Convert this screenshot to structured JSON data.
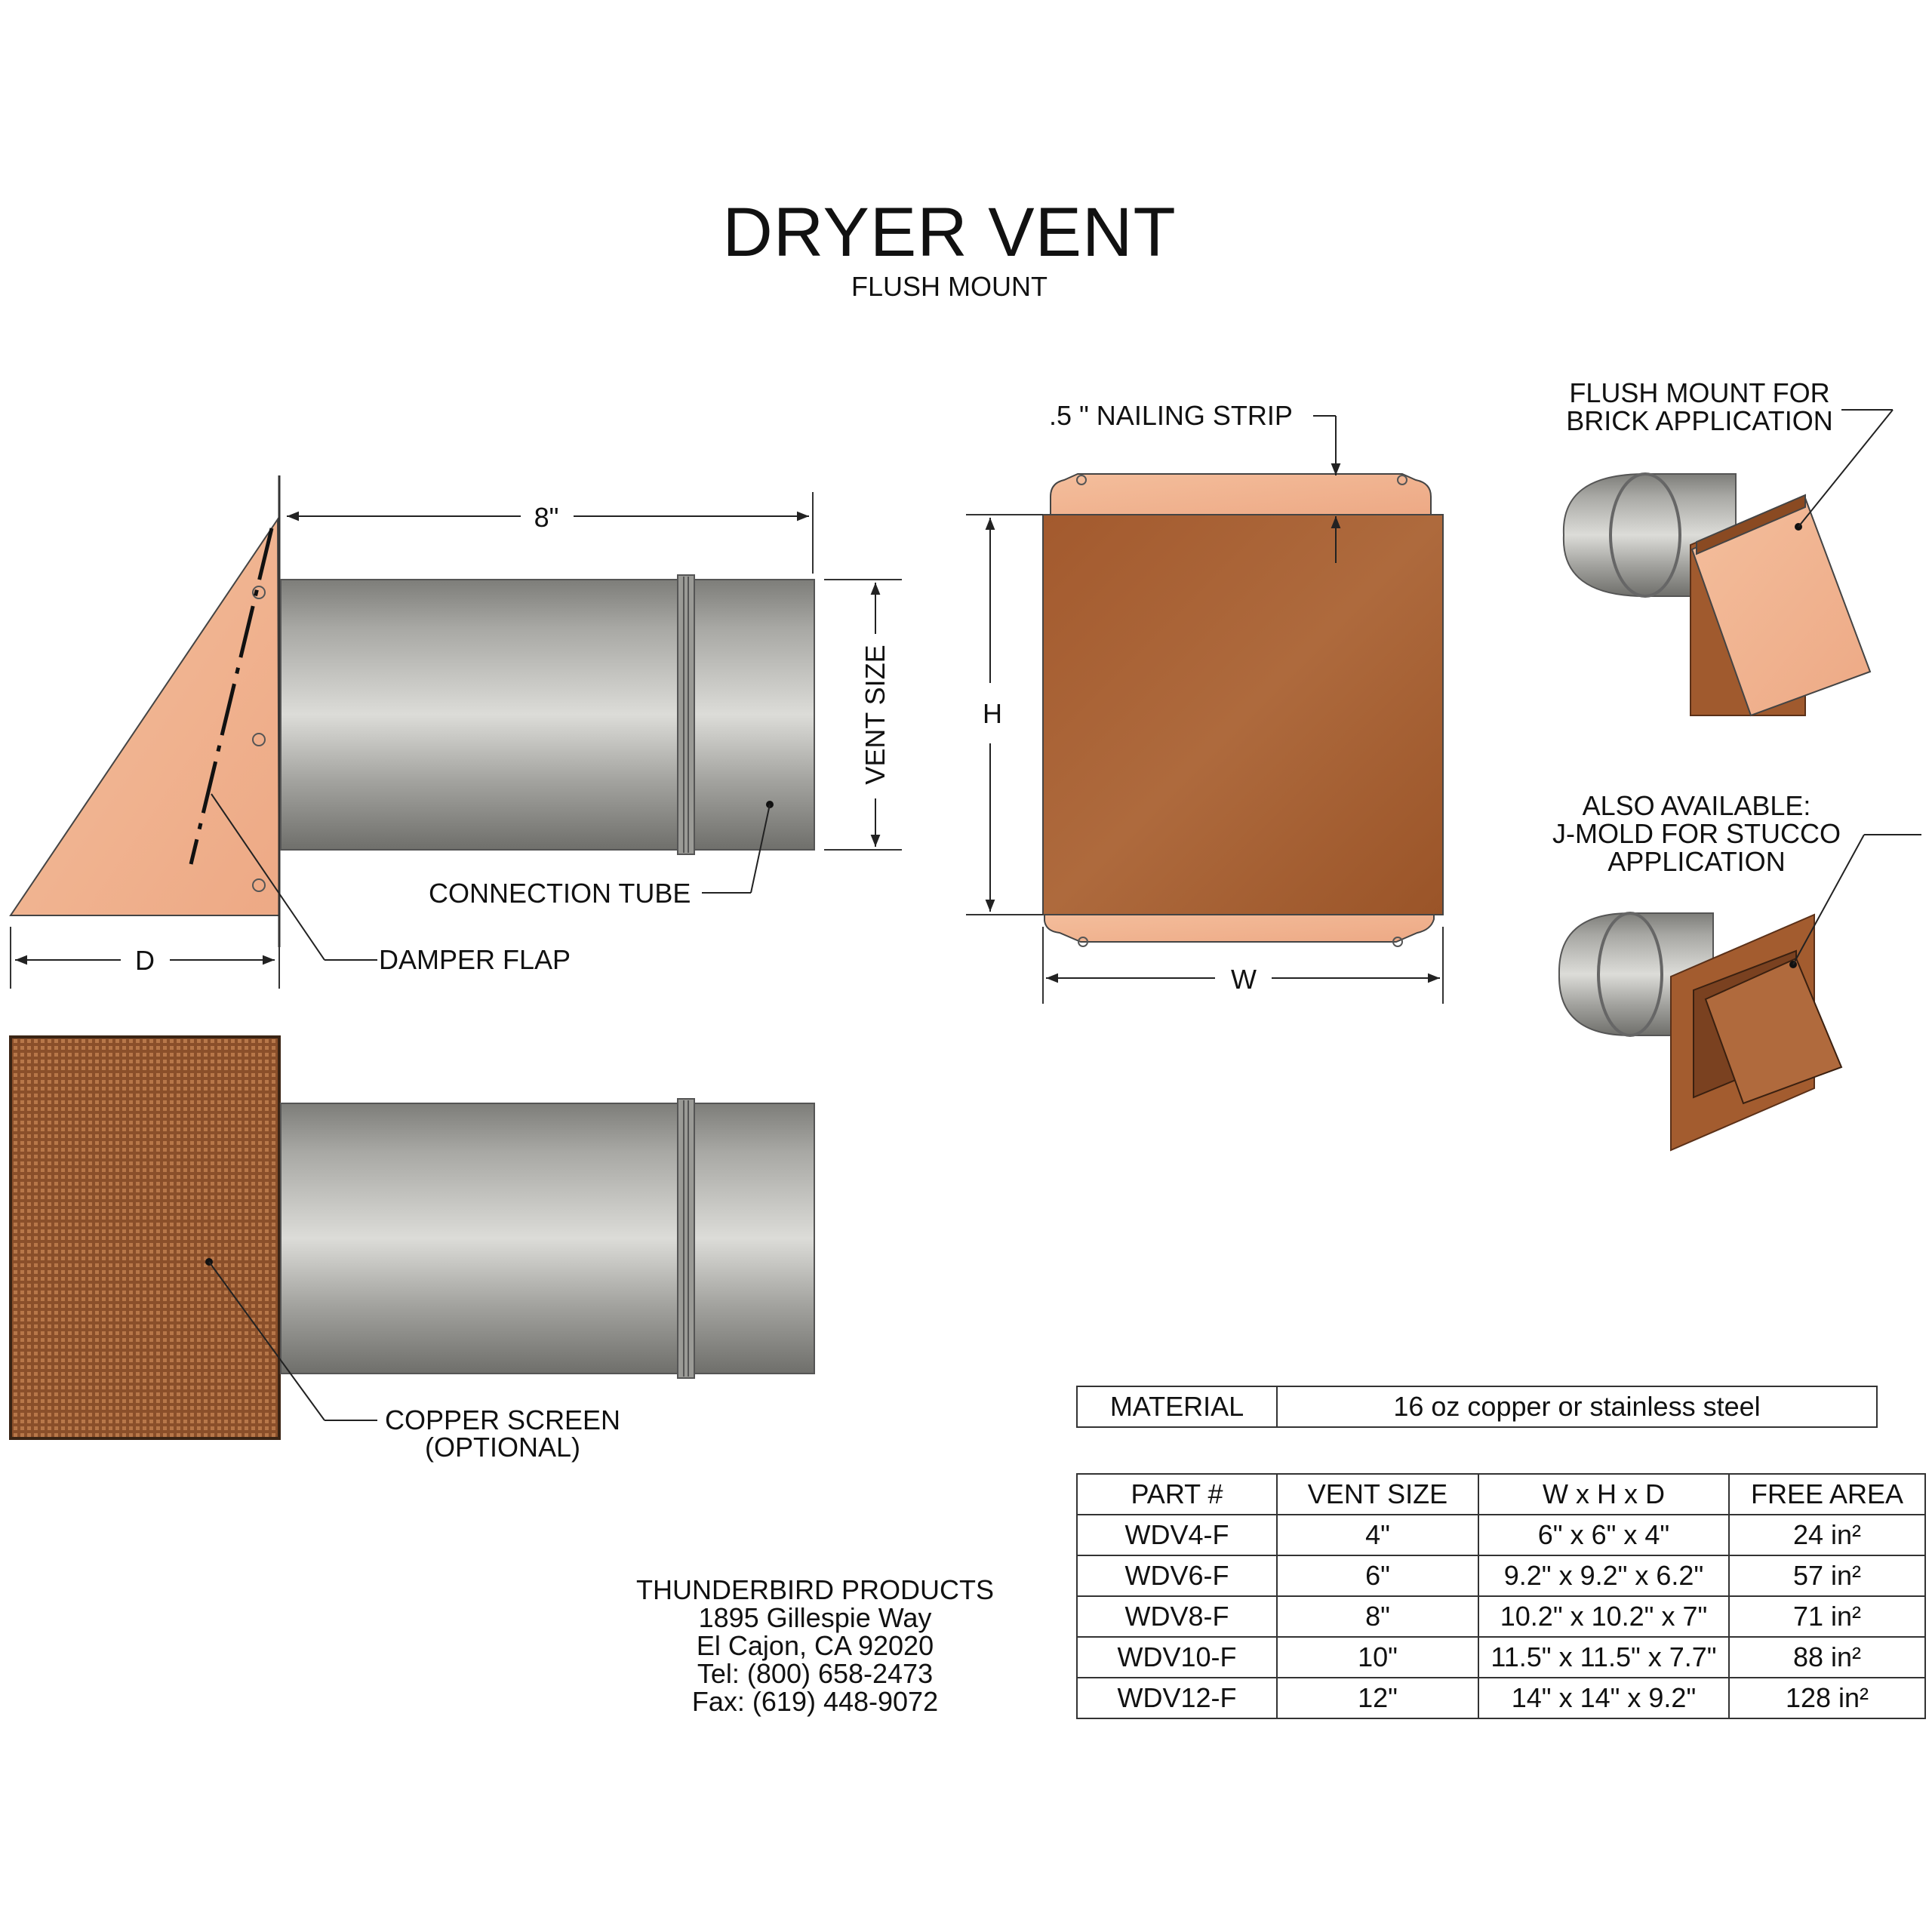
{
  "header": {
    "title": "DRYER VENT",
    "subtitle": "FLUSH MOUNT"
  },
  "dimensions": {
    "length": "8\"",
    "depth": "D",
    "vent_size": "VENT SIZE",
    "height": "H",
    "width": "W"
  },
  "callouts": {
    "connection_tube": "CONNECTION TUBE",
    "damper_flap": "DAMPER FLAP",
    "nailing_strip": ".5 \" NAILING STRIP",
    "copper_screen_line1": "COPPER SCREEN",
    "copper_screen_line2": "(OPTIONAL)",
    "brick_line1": "FLUSH MOUNT FOR",
    "brick_line2": "BRICK APPLICATION",
    "stucco_line1": "ALSO AVAILABLE:",
    "stucco_line2": "J-MOLD FOR STUCCO",
    "stucco_line3": "APPLICATION"
  },
  "material": {
    "label": "MATERIAL",
    "value": "16 oz copper or stainless steel"
  },
  "parts_table": {
    "headers": [
      "PART #",
      "VENT SIZE",
      "W x H x D",
      "FREE AREA"
    ],
    "rows": [
      [
        "WDV4-F",
        "4\"",
        "6\" x 6\" x 4\"",
        "24 in²"
      ],
      [
        "WDV6-F",
        "6\"",
        "9.2\" x 9.2\" x 6.2\"",
        "57 in²"
      ],
      [
        "WDV8-F",
        "8\"",
        "10.2\" x 10.2\" x 7\"",
        "71 in²"
      ],
      [
        "WDV10-F",
        "10\"",
        "11.5\" x 11.5\" x 7.7\"",
        "88 in²"
      ],
      [
        "WDV12-F",
        "12\"",
        "14\" x 14\" x 9.2\"",
        "128 in²"
      ]
    ]
  },
  "company": {
    "name": "THUNDERBIRD PRODUCTS",
    "address1": "1895 Gillespie Way",
    "address2": "El Cajon, CA 92020",
    "tel": "Tel: (800) 658-2473",
    "fax": "Fax: (619) 448-9072"
  },
  "colors": {
    "copper_light": "#F2B58F",
    "copper_dark": "#A65F33",
    "steel": "#A4A4A0"
  }
}
